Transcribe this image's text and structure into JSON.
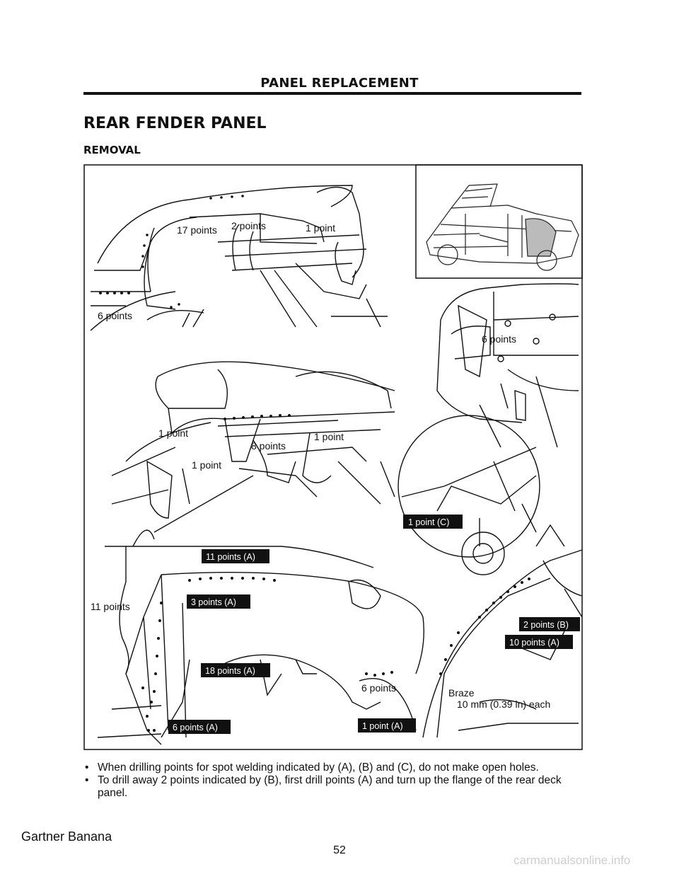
{
  "header": {
    "title": "PANEL REPLACEMENT"
  },
  "section": {
    "title": "REAR FENDER PANEL",
    "subtitle": "REMOVAL"
  },
  "figure": {
    "labels": {
      "seventeen_points": "17 points",
      "two_points": "2 points",
      "one_point_top": "1 point",
      "six_points_left": "6 points",
      "six_points_right": "6 points",
      "one_point_mid_left": "1 point",
      "one_point_mid_right": "1 point",
      "eight_points": "8 points",
      "one_point_mid_center": "1 point",
      "eleven_points": "11 points",
      "six_points_bottom": "6 points",
      "braze": "Braze",
      "braze_spec": "10 mm (0.39 in) each"
    },
    "tags": {
      "one_point_c": "1 point (C)",
      "eleven_points_a": "11 points (A)",
      "three_points_a": "3 points (A)",
      "eighteen_points_a": "18 points (A)",
      "six_points_a": "6 points (A)",
      "one_point_a": "1 point (A)",
      "two_points_b": "2 points (B)",
      "ten_points_a": "10 points (A)"
    }
  },
  "notes": [
    "When drilling points for spot welding indicated by (A), (B) and (C), do not make open holes.",
    "To drill away 2 points indicated by (B), first drill points (A) and turn up the flange of the rear deck panel."
  ],
  "footer": {
    "brand": "Gartner Banana",
    "page_number": "52"
  },
  "watermark": "carmanualsonline.info"
}
